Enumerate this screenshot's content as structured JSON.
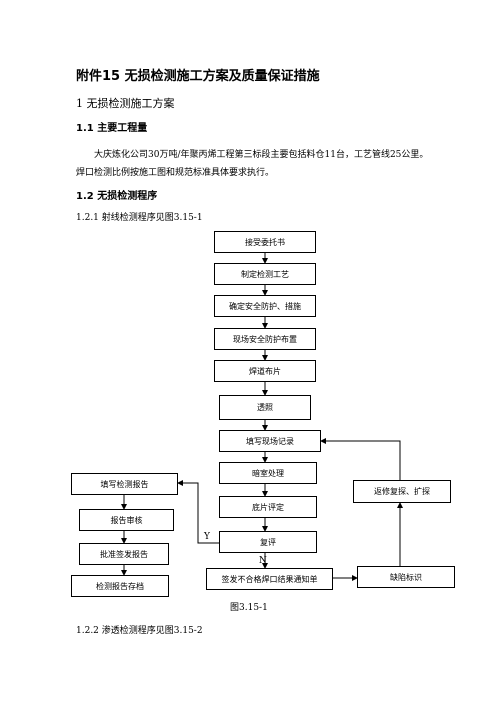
{
  "heading": {
    "title": "附件15  无损检测施工方案及质量保证措施",
    "section1": "1  无损检测施工方案",
    "sub_1_1": "1.1  主要工程量",
    "paragraph": "大庆炼化公司30万吨/年聚丙烯工程第三标段主要包括料仓11台，工艺管线25公里。焊口检测比例按施工图和规范标准具体要求执行。",
    "sub_1_2": "1.2  无损检测程序",
    "sub_1_2_1": "1.2.1  射线检测程序见图3.15-1"
  },
  "flowchart": {
    "steps": [
      "接受委托书",
      "制定检测工艺",
      "确定安全防护、措施",
      "现场安全防护布置",
      "焊道布片",
      "透照",
      "填写现场记录",
      "暗室处理",
      "底片评定",
      "复评",
      "签发不合格焊口结果通知单"
    ],
    "left_steps": [
      "填写检测报告",
      "报告审核",
      "批准签发报告",
      "检测报告存档"
    ],
    "right_steps": [
      "返修复探、扩探",
      "缺陷标识"
    ],
    "label_yes": "Y",
    "label_no": "N"
  },
  "caption": "图3.15-1",
  "next_section": "1.2.2  渗透检测程序见图3.15-2"
}
